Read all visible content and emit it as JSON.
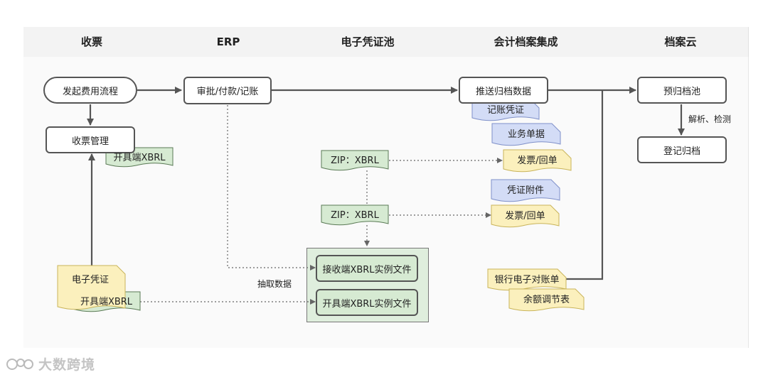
{
  "lanes": [
    "收票",
    "ERP",
    "电子凭证池",
    "会计档案集成",
    "档案云"
  ],
  "nodes": {
    "start": "发起费用流程",
    "receipt_mgmt": "收票管理",
    "approve": "审批/付款/记账",
    "push": "推送归档数据",
    "pre_archive": "预归档池",
    "register": "登记归档",
    "recv_xbrl": "接收端XBRL实例文件",
    "issue_xbrl_file": "开具端XBRL实例文件"
  },
  "docs": {
    "issuer_xbrl_top": "开具端XBRL",
    "e_voucher": "电子凭证",
    "issuer_xbrl_bottom": "开具端XBRL",
    "zip1": "ZIP：XBRL",
    "zip2": "ZIP：XBRL",
    "acct_voucher": "记账凭证",
    "biz_doc": "业务单据",
    "invoice1": "发票/回单",
    "voucher_attach": "凭证附件",
    "invoice2": "发票/回单",
    "bank_stmt": "银行电子对账单",
    "balance_adj": "余额调节表"
  },
  "labels": {
    "parse": "解析、检测",
    "extract": "抽取数据"
  },
  "watermark": "大数跨境",
  "colors": {
    "green_doc": "#d6ead2",
    "blue_doc": "#d3dcf6",
    "yellow_doc": "#fbf0bd"
  }
}
